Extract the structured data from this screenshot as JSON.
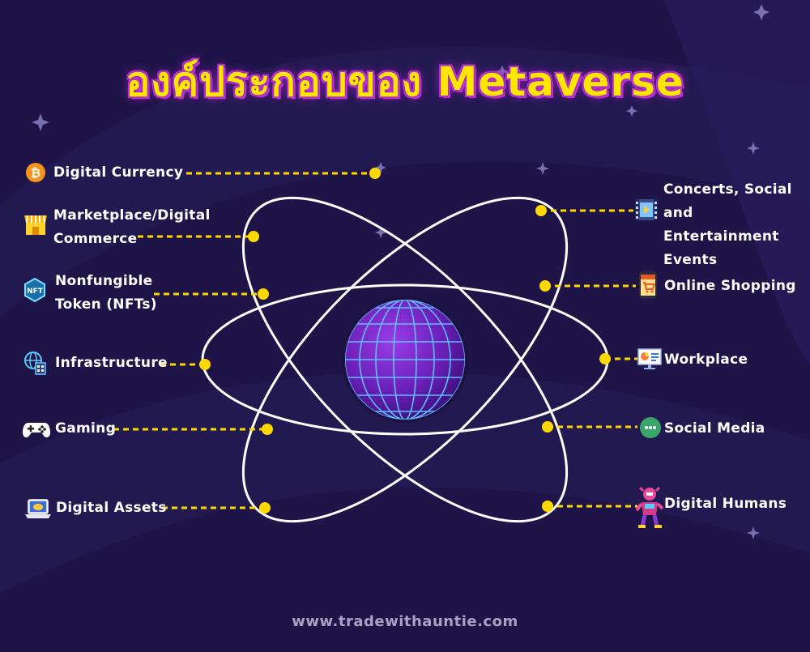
{
  "title": "องค์ประกอบของ Metaverse",
  "website": "www.tradewithauntie.com",
  "colors": {
    "background": "#1e1448",
    "accent_yellow": "#ffe600",
    "dot_yellow": "#ffd800",
    "title_glow": "#c02fd6",
    "orbit_white": "#ffffff",
    "globe_purple": "#7a2ad1"
  },
  "left_items": [
    {
      "label": "Digital Currency",
      "icon": "bitcoin-icon"
    },
    {
      "label": "Marketplace/Digital Commerce",
      "line1": "Marketplace/Digital",
      "line2": "Commerce",
      "icon": "shop-icon"
    },
    {
      "label": "Nonfungible Token (NFTs)",
      "line1": "Nonfungible",
      "line2": "Token (NFTs)",
      "icon": "nft-icon"
    },
    {
      "label": "Infrastructure",
      "icon": "infrastructure-icon"
    },
    {
      "label": "Gaming",
      "icon": "gamepad-icon"
    },
    {
      "label": "Digital Assets",
      "icon": "laptop-icon"
    }
  ],
  "right_items": [
    {
      "label": "Concerts, Social and Entertainment Events",
      "line1": "Concerts, Social",
      "line2": "and Entertainment",
      "line3": "Events",
      "icon": "film-icon"
    },
    {
      "label": "Online Shopping",
      "icon": "shopping-cart-icon"
    },
    {
      "label": "Workplace",
      "icon": "presentation-icon"
    },
    {
      "label": "Social Media",
      "icon": "chat-bubble-icon"
    },
    {
      "label": "Digital Humans",
      "icon": "avatar-character-icon"
    }
  ]
}
